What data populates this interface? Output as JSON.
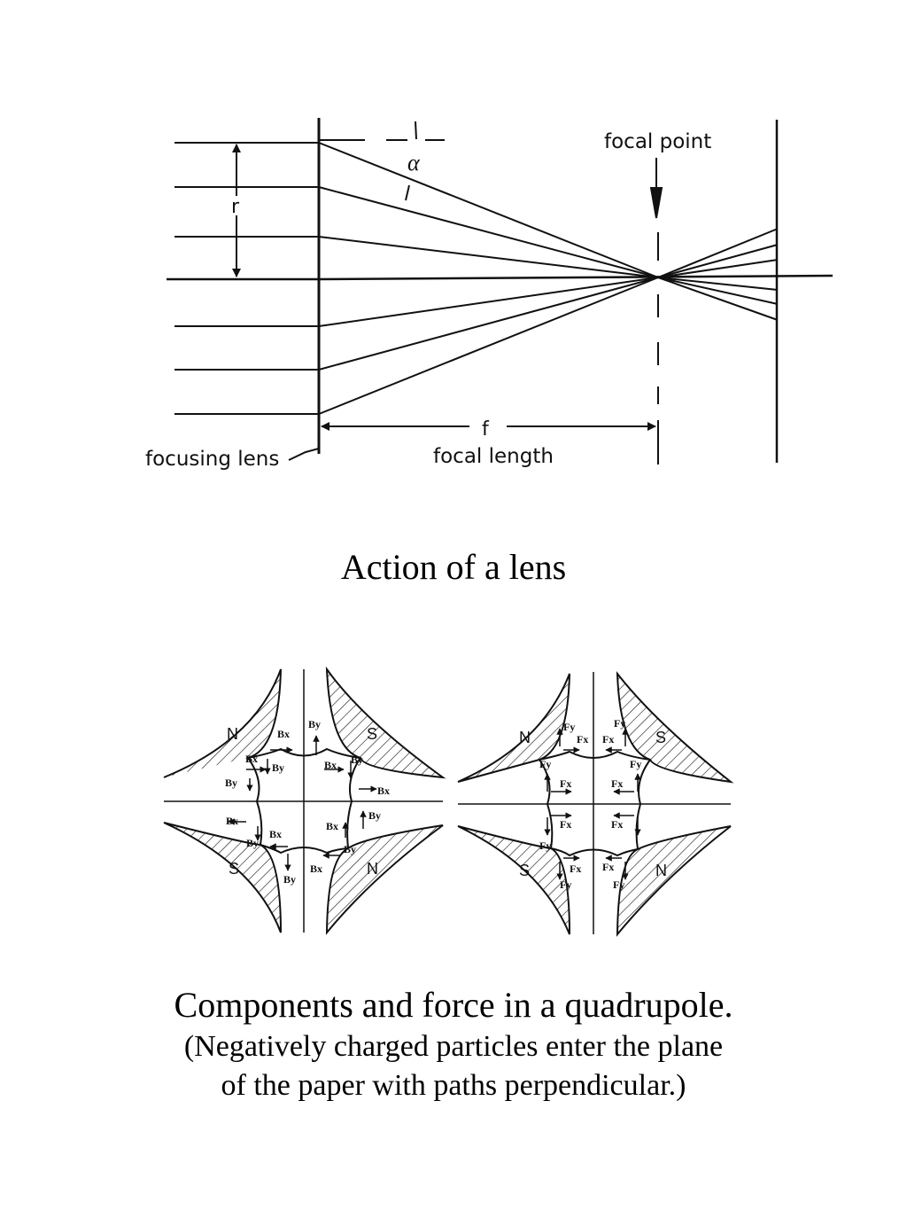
{
  "lens_diagram": {
    "focal_point_label": "focal point",
    "alpha_label": "α",
    "r_label": "r",
    "f_label": "f",
    "focal_length_label": "focal length",
    "focusing_lens_label": "focusing lens"
  },
  "captions": {
    "lens": "Action of a lens",
    "quadrupole_title": "Components and force in a quadrupole.",
    "quadrupole_note_1": "(Negatively charged particles enter the plane",
    "quadrupole_note_2": "of the paper with paths perpendicular.)"
  },
  "quadrupole_b": {
    "poles": [
      "N",
      "S",
      "S",
      "N"
    ],
    "labels": [
      "By",
      "Bx",
      "Bx",
      "By",
      "By",
      "Bx",
      "By",
      "Bx",
      "Bx",
      "By",
      "By",
      "Bx",
      "By",
      "By",
      "Bx",
      "Bx",
      "By",
      "Bx"
    ]
  },
  "quadrupole_f": {
    "poles": [
      "N",
      "S",
      "S",
      "N"
    ],
    "labels": [
      "Fy",
      "Fx",
      "Fy",
      "Fx",
      "Fy",
      "Fy",
      "Fx",
      "Fx",
      "Fx",
      "Fx",
      "Fy",
      "Fx",
      "Fy",
      "Fy",
      "Fx",
      "Fy"
    ]
  }
}
